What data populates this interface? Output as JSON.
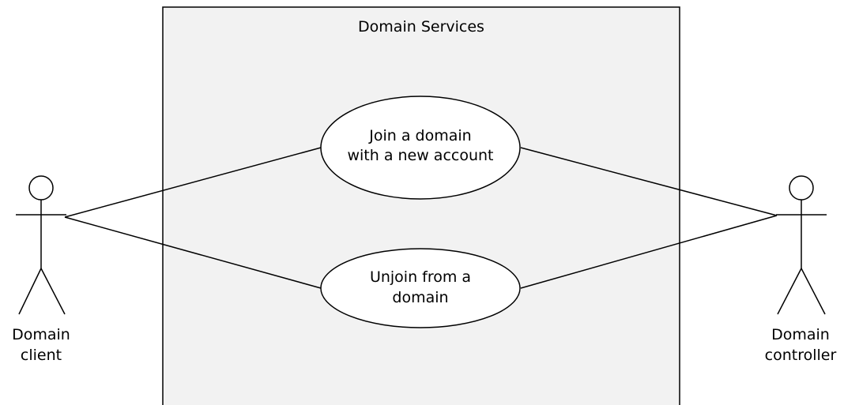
{
  "system": {
    "title": "Domain Services"
  },
  "use_cases": [
    {
      "lines": [
        "Join a domain",
        "with a new account"
      ]
    },
    {
      "lines": [
        "Unjoin from a",
        "domain"
      ]
    }
  ],
  "actors": [
    {
      "lines": [
        "Domain",
        "client"
      ]
    },
    {
      "lines": [
        "Domain",
        "controller"
      ]
    }
  ],
  "colors": {
    "system_fill": "#f2f2f2",
    "stroke": "#000000",
    "use_case_fill": "#ffffff",
    "background": "#ffffff"
  }
}
